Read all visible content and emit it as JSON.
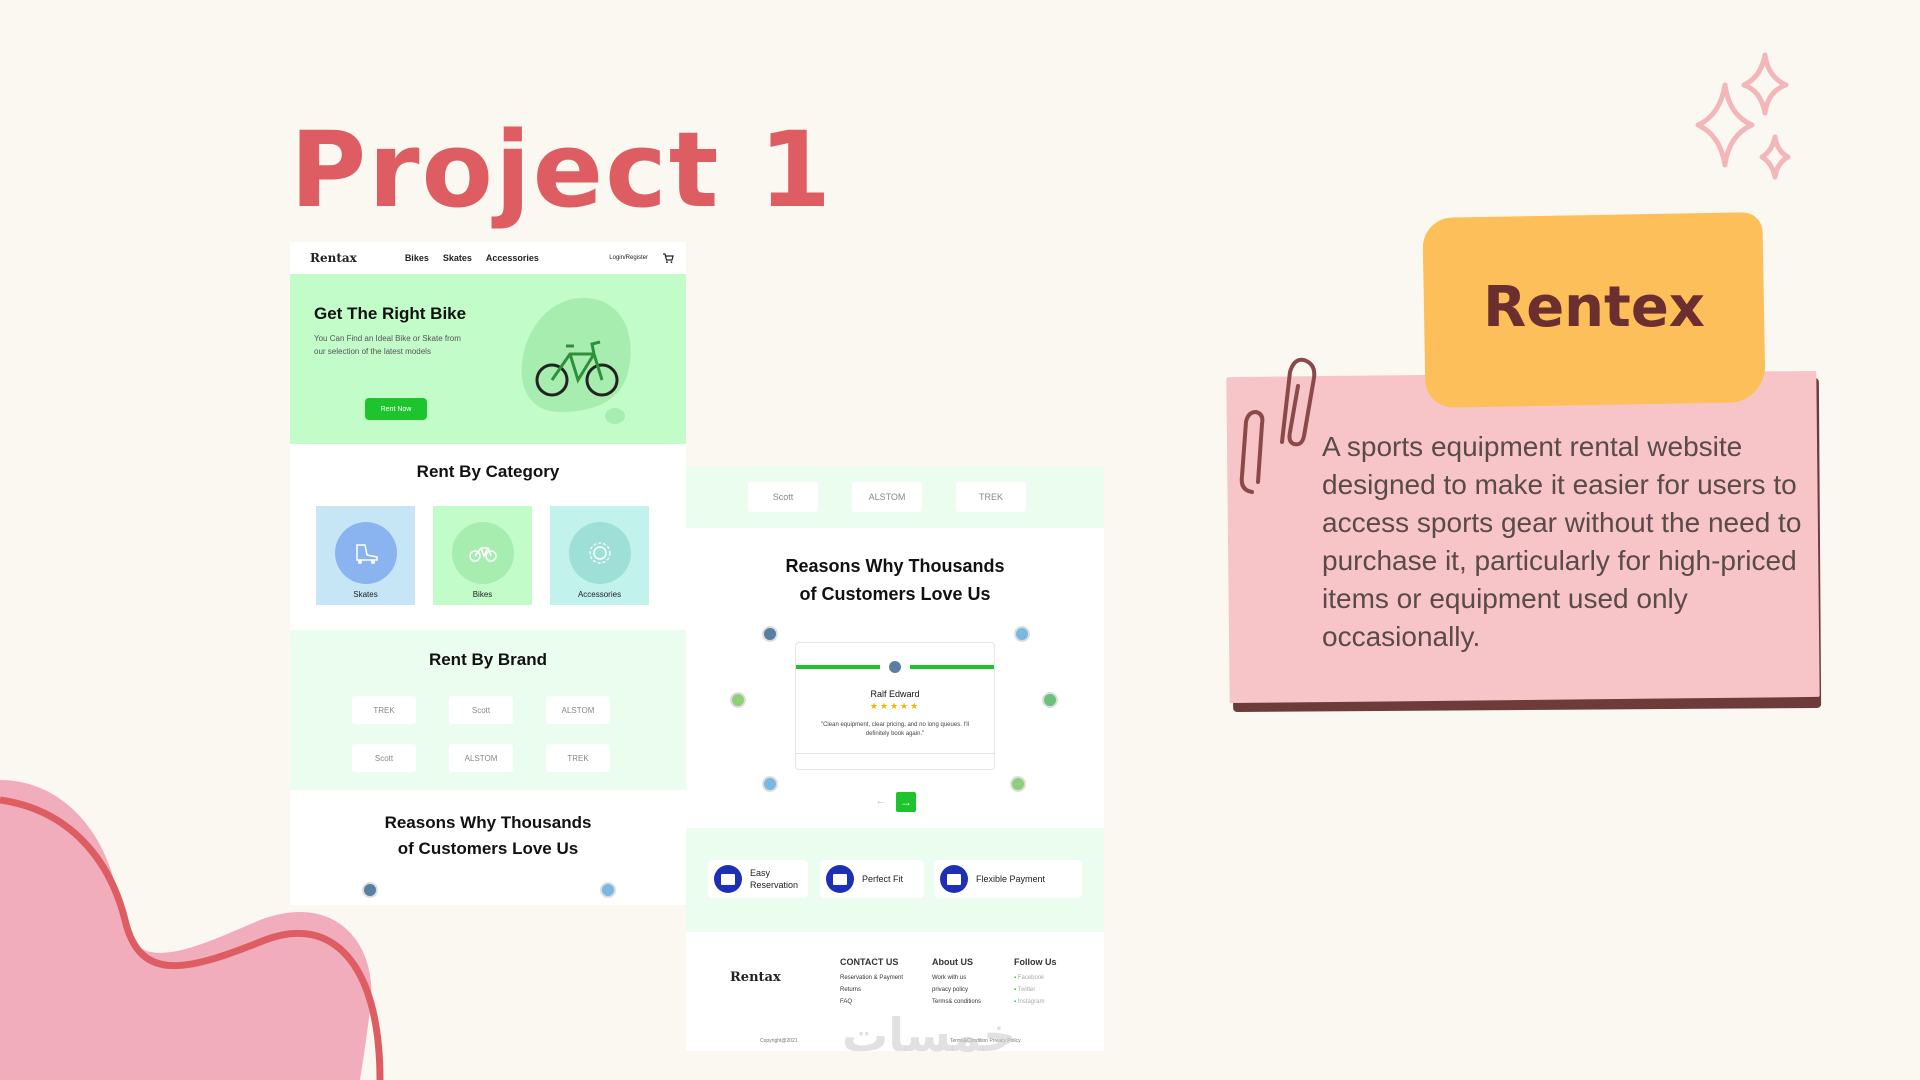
{
  "slide": {
    "project_title": "Project 1",
    "project_name": "Rentex",
    "description": "A sports equipment rental website designed to make it easier for users to access sports gear without the need to purchase it, particularly for high-priced items or equipment used only occasionally.",
    "watermark": "خمسات"
  },
  "colors": {
    "title_red": "#de5d62",
    "tag_yellow": "#fdbf59",
    "note_pink": "#f7c5c7",
    "accent_green": "#1ec42e",
    "hero_green": "#c2fcc9"
  },
  "site1": {
    "logo": "Rentax",
    "nav": [
      "Bikes",
      "Skates",
      "Accessories"
    ],
    "login": "Login/Register",
    "hero": {
      "title": "Get The Right Bike",
      "subtitle": "You Can Find an Ideal Bike or Skate from our selection of the latest models",
      "button": "Rent Now"
    },
    "category": {
      "title": "Rent By Category",
      "items": [
        {
          "label": "Skates",
          "icon": "skate-icon"
        },
        {
          "label": "Bikes",
          "icon": "bike-icon"
        },
        {
          "label": "Accessories",
          "icon": "gear-icon"
        }
      ]
    },
    "brand": {
      "title": "Rent By Brand",
      "chips": [
        "TREK",
        "Scott",
        "ALSTOM",
        "Scott",
        "ALSTOM",
        "TREK"
      ]
    },
    "reasons": {
      "line1": "Reasons Why Thousands",
      "line2": "of Customers Love Us"
    }
  },
  "site2": {
    "brand_strip": [
      "Scott",
      "ALSTOM",
      "TREK"
    ],
    "reasons": {
      "line1": "Reasons Why Thousands",
      "line2": "of Customers Love Us"
    },
    "review": {
      "name": "Ralf Edward",
      "stars": "★★★★★",
      "quote": "\"Clean equipment, clear pricing, and no long queues. I'll definitely book again.\""
    },
    "arrows": {
      "prev": "←",
      "next": "→"
    },
    "features": [
      {
        "label": "Easy Reservation"
      },
      {
        "label": "Perfect Fit"
      },
      {
        "label": "Flexible Payment"
      }
    ],
    "footer": {
      "logo": "Rentax",
      "contact": {
        "heading": "CONTACT US",
        "items": [
          "Reservation & Payment",
          "Returns",
          "FAQ"
        ]
      },
      "about": {
        "heading": "About US",
        "items": [
          "Work with us",
          "privacy policy",
          "Terms& conditions"
        ]
      },
      "follow": {
        "heading": "Follow Us",
        "items": [
          "Facebook",
          "Twitter",
          "Instagram"
        ]
      },
      "copyright": "Copyright@2021",
      "terms": "Terms&Condition   Privacy Policy"
    }
  }
}
